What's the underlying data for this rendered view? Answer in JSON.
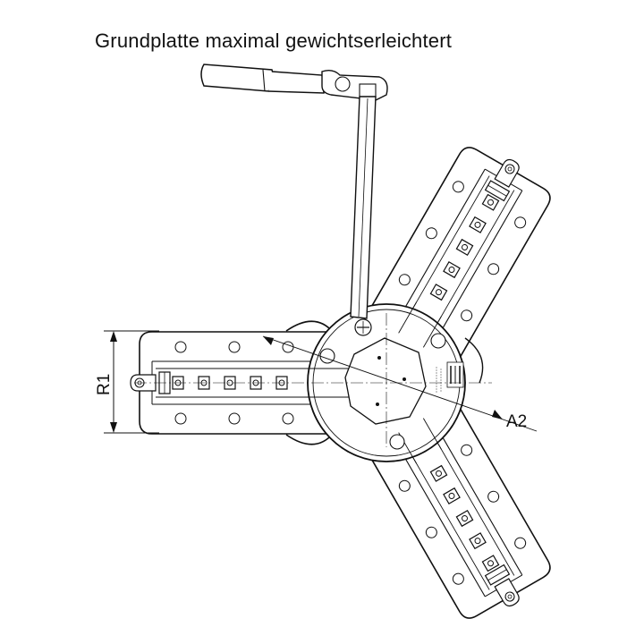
{
  "title": "Grundplatte maximal gewichtserleichtert",
  "dimensions": {
    "r1": "R1",
    "a2": "A2"
  },
  "jaws": [
    "left",
    "upper-right",
    "lower-right"
  ],
  "colors": {
    "line": "#111111",
    "background": "#ffffff"
  }
}
